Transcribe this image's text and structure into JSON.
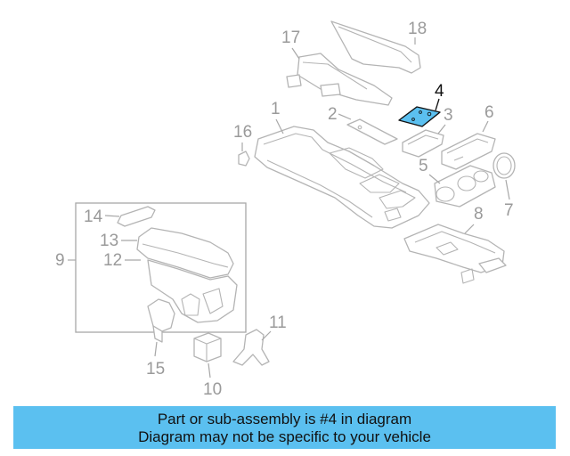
{
  "callouts": {
    "c1": "1",
    "c2": "2",
    "c3": "3",
    "c4": "4",
    "c5": "5",
    "c6": "6",
    "c7": "7",
    "c8": "8",
    "c9": "9",
    "c10": "10",
    "c11": "11",
    "c12": "12",
    "c13": "13",
    "c14": "14",
    "c15": "15",
    "c16": "16",
    "c17": "17",
    "c18": "18"
  },
  "highlighted_part": "4",
  "colors": {
    "highlight": "#5bc0f0",
    "banner": "#5bc0f0",
    "line": "#b4b4b4"
  },
  "banner": {
    "line1": "Part or sub-assembly is #4 in diagram",
    "line2": "Diagram may not be specific to your vehicle"
  }
}
